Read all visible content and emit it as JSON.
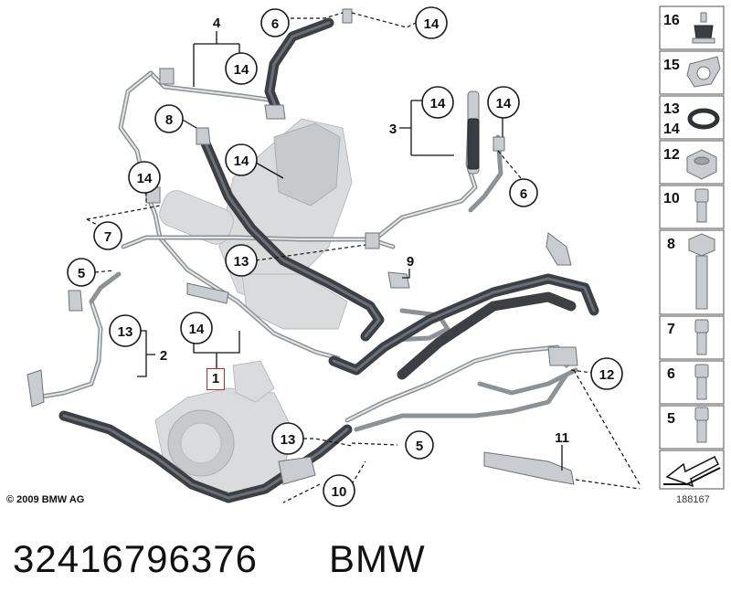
{
  "callouts": {
    "c6_top": "6",
    "c14_top": "14",
    "c4": "4",
    "c14_a": "14",
    "c8": "8",
    "c14_b": "14",
    "c14_left": "14",
    "c7": "7",
    "c13_mid": "13",
    "c5_left": "5",
    "c9": "9",
    "c3": "3",
    "c14_c": "14",
    "c14_d": "14",
    "c6_right": "6",
    "c13_left": "13",
    "c2": "2",
    "c14_e": "14",
    "c1": "1",
    "c12": "12",
    "c13_bottom": "13",
    "c5_bottom": "5",
    "c11": "11",
    "c10": "10"
  },
  "sidebar": [
    {
      "label": "16",
      "icon": "rubber-mount-icon"
    },
    {
      "label": "15",
      "icon": "clip-icon"
    },
    {
      "label": "13",
      "label2": "14",
      "icon": "o-ring-icon"
    },
    {
      "label": "12",
      "icon": "hex-nut-icon"
    },
    {
      "label": "10",
      "icon": "bolt-icon"
    },
    {
      "label": "8",
      "icon": "long-bolt-icon"
    },
    {
      "label": "7",
      "icon": "bolt-icon"
    },
    {
      "label": "6",
      "icon": "bolt-icon"
    },
    {
      "label": "5",
      "icon": "bolt-icon"
    },
    {
      "icon": "arrow-icon"
    }
  ],
  "footer": {
    "copyright": "© 2009 BMW AG",
    "ref_number": "188167",
    "part_number": "32416796376",
    "brand": "BMW"
  }
}
